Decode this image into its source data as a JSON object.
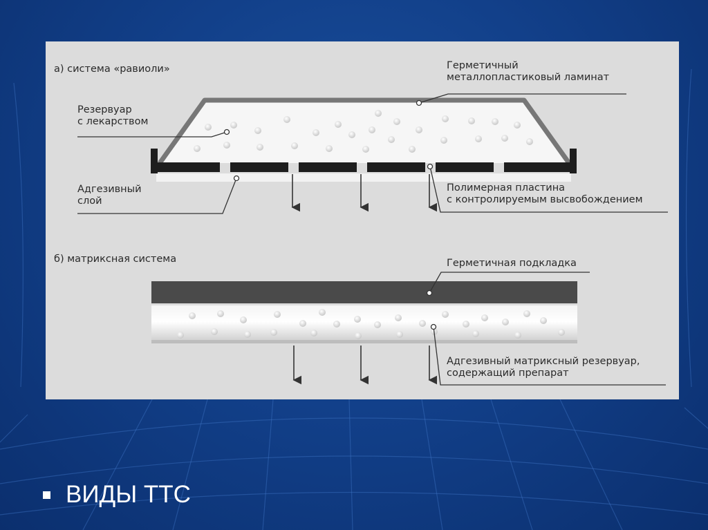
{
  "slide": {
    "title": "ВИДЫ ТТС",
    "colors": {
      "background": "#12408a",
      "panel": "#dcdcdc",
      "text": "#2a2a2a",
      "dark_layer": "#4a4a4a",
      "laminate": "#7a7a7a"
    }
  },
  "diagram_a": {
    "caption": "а) система «равиоли»",
    "laminate_label": "Герметичный\nметаллопластиковый ламинат",
    "reservoir_label": "Резервуар\nс лекарством",
    "adhesive_label": "Адгезивный\nслой",
    "membrane_label": "Полимерная пластина\nс контролируемым высвобождением"
  },
  "diagram_b": {
    "caption": "б) матриксная система",
    "backing_label": "Герметичная подкладка",
    "matrix_label": "Адгезивный матриксный резервуар,\nсодержащий препарат"
  }
}
